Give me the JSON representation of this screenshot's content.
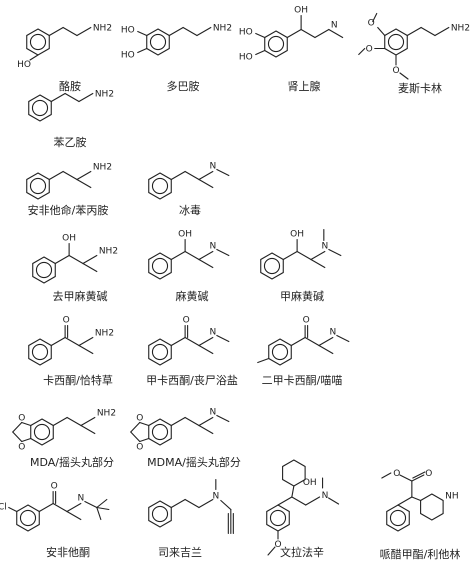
{
  "compounds": [
    {
      "id": "tyramine",
      "name": "酪胺",
      "atoms": [
        "HO",
        "NH2"
      ]
    },
    {
      "id": "dopamine",
      "name": "多巴胺",
      "atoms": [
        "HO",
        "HO",
        "NH2"
      ]
    },
    {
      "id": "epinephrine",
      "name": "肾上腺",
      "atoms": [
        "HO",
        "HO",
        "OH",
        "N"
      ]
    },
    {
      "id": "mescaline",
      "name": "麦斯卡林",
      "atoms": [
        "O",
        "O",
        "O",
        "NH2"
      ]
    },
    {
      "id": "phenethylamine",
      "name": "苯乙胺",
      "atoms": [
        "NH2"
      ]
    },
    {
      "id": "amphetamine",
      "name": "安非他命/苯丙胺",
      "atoms": [
        "NH2"
      ]
    },
    {
      "id": "methamphetamine",
      "name": "冰毒",
      "atoms": [
        "N"
      ]
    },
    {
      "id": "norephedrine",
      "name": "去甲麻黄碱",
      "atoms": [
        "OH",
        "NH2"
      ]
    },
    {
      "id": "ephedrine",
      "name": "麻黄碱",
      "atoms": [
        "OH",
        "N"
      ]
    },
    {
      "id": "methylephedrine",
      "name": "甲麻黄碱",
      "atoms": [
        "OH",
        "N"
      ]
    },
    {
      "id": "cathinone",
      "name": "卡西酮/恰特草",
      "atoms": [
        "O",
        "NH2"
      ]
    },
    {
      "id": "methcathinone",
      "name": "甲卡西酮/丧尸浴盐",
      "atoms": [
        "O",
        "N"
      ]
    },
    {
      "id": "mephedrone",
      "name": "二甲卡西酮/喵喵",
      "atoms": [
        "O",
        "N"
      ]
    },
    {
      "id": "mda",
      "name": "MDA/摇头丸部分",
      "atoms": [
        "O",
        "O",
        "NH2"
      ]
    },
    {
      "id": "mdma",
      "name": "MDMA/摇头丸部分",
      "atoms": [
        "O",
        "O",
        "N"
      ]
    },
    {
      "id": "bupropion",
      "name": "安非他酮",
      "atoms": [
        "Cl",
        "O",
        "N"
      ]
    },
    {
      "id": "selegiline",
      "name": "司来吉兰",
      "atoms": [
        "N"
      ]
    },
    {
      "id": "venlafaxine",
      "name": "文拉法辛",
      "atoms": [
        "OH",
        "N",
        "O"
      ]
    },
    {
      "id": "methylphenidate",
      "name": "哌醋甲酯/利他林",
      "atoms": [
        "O",
        "O",
        "NH"
      ]
    }
  ]
}
